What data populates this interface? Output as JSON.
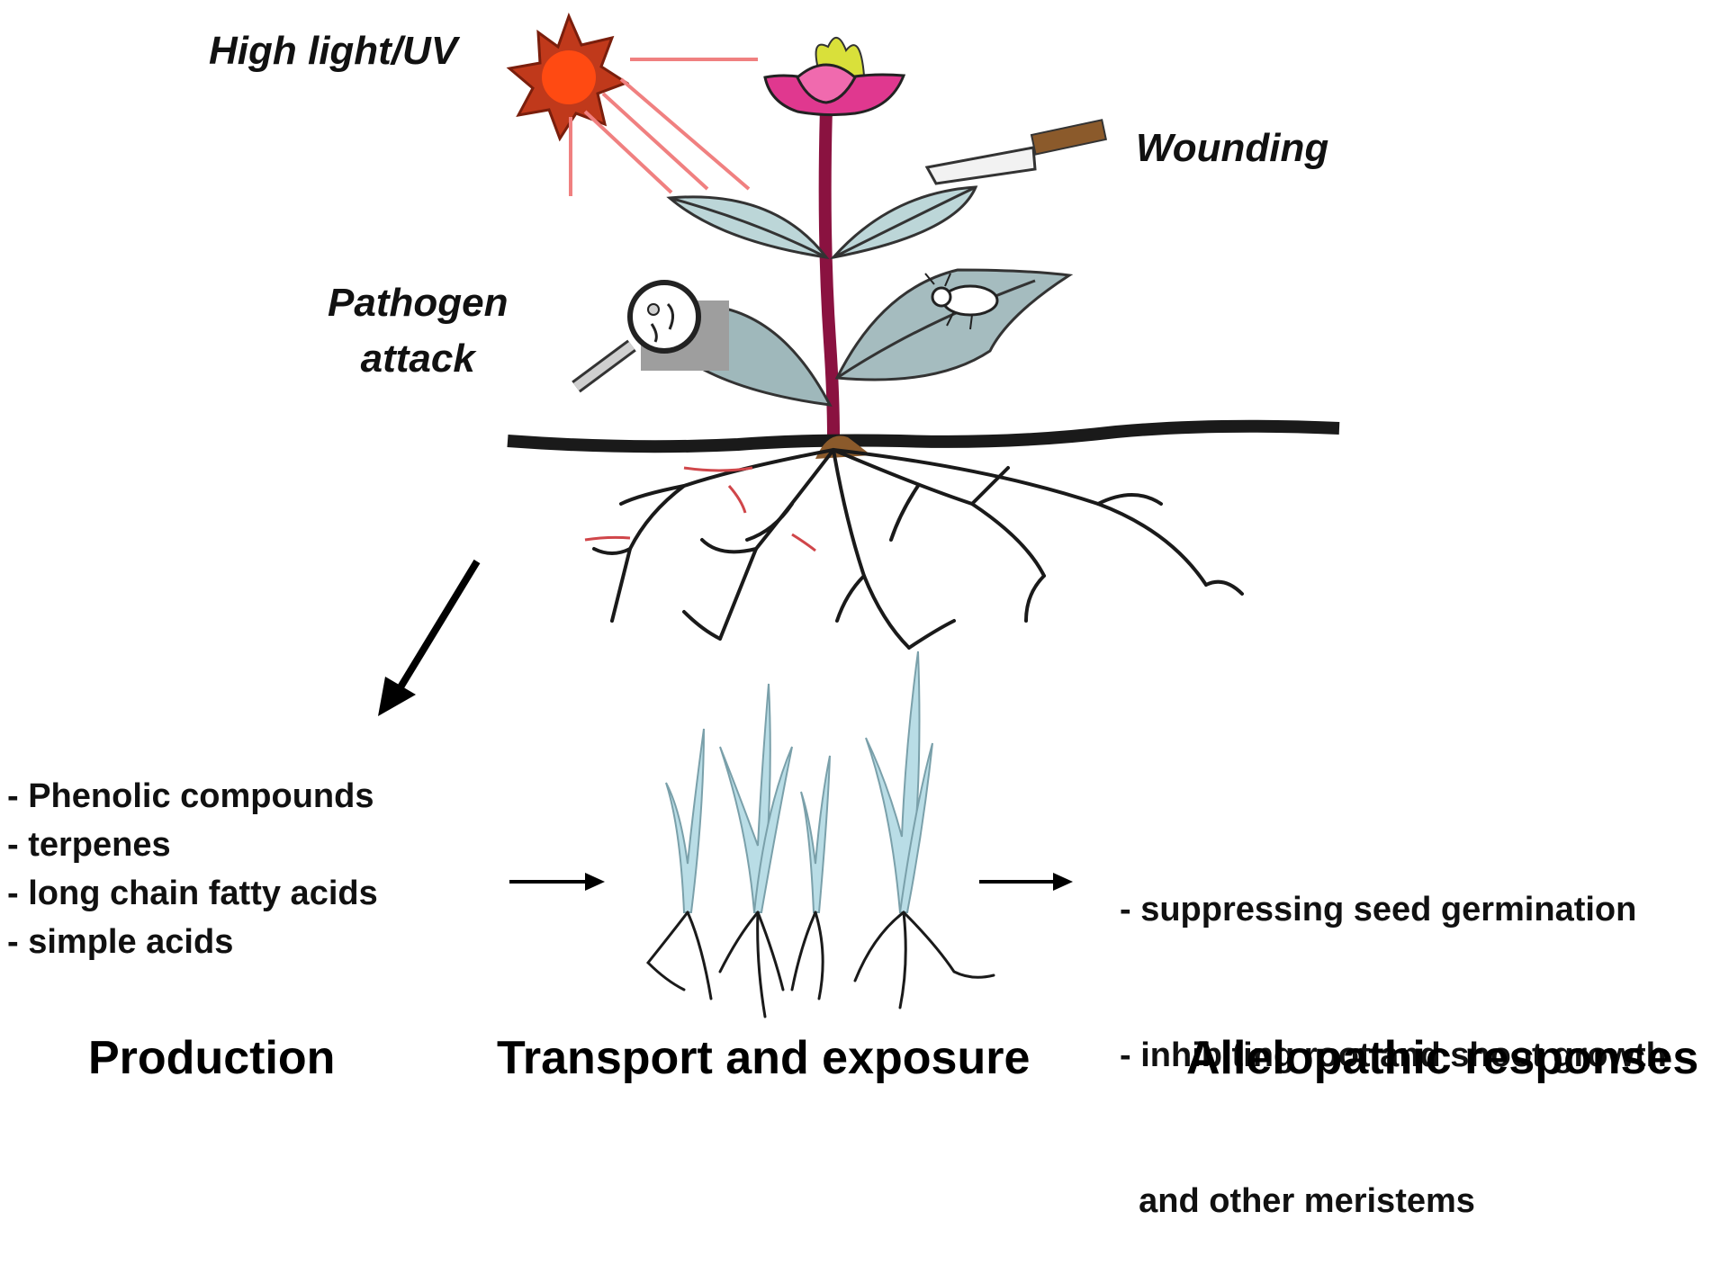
{
  "stressors": {
    "light": "High light/UV",
    "wounding": "Wounding",
    "pathogen_line1": "Pathogen",
    "pathogen_line2": "attack"
  },
  "production_list": [
    "- Phenolic compounds",
    "- terpenes",
    "- long chain fatty acids",
    "- simple acids"
  ],
  "response_list": [
    "- suppressing seed germination",
    "- inhibiting root and shoot growth",
    "  and other meristems"
  ],
  "captions": {
    "production": "Production",
    "transport": "Transport and exposure",
    "responses": "Allelopathic responses"
  },
  "colors": {
    "sun": "#ff4a12",
    "sun_rays": "#f08080",
    "flower": "#e0388f",
    "stem": "#8a1240",
    "leaf": "#bcd6d8",
    "soil_line": "#1a1a1a",
    "seedling": "#b9dde6"
  },
  "icons": [
    "sun-icon",
    "knife-icon",
    "magnifier-icon",
    "insect-icon",
    "flower-icon"
  ]
}
